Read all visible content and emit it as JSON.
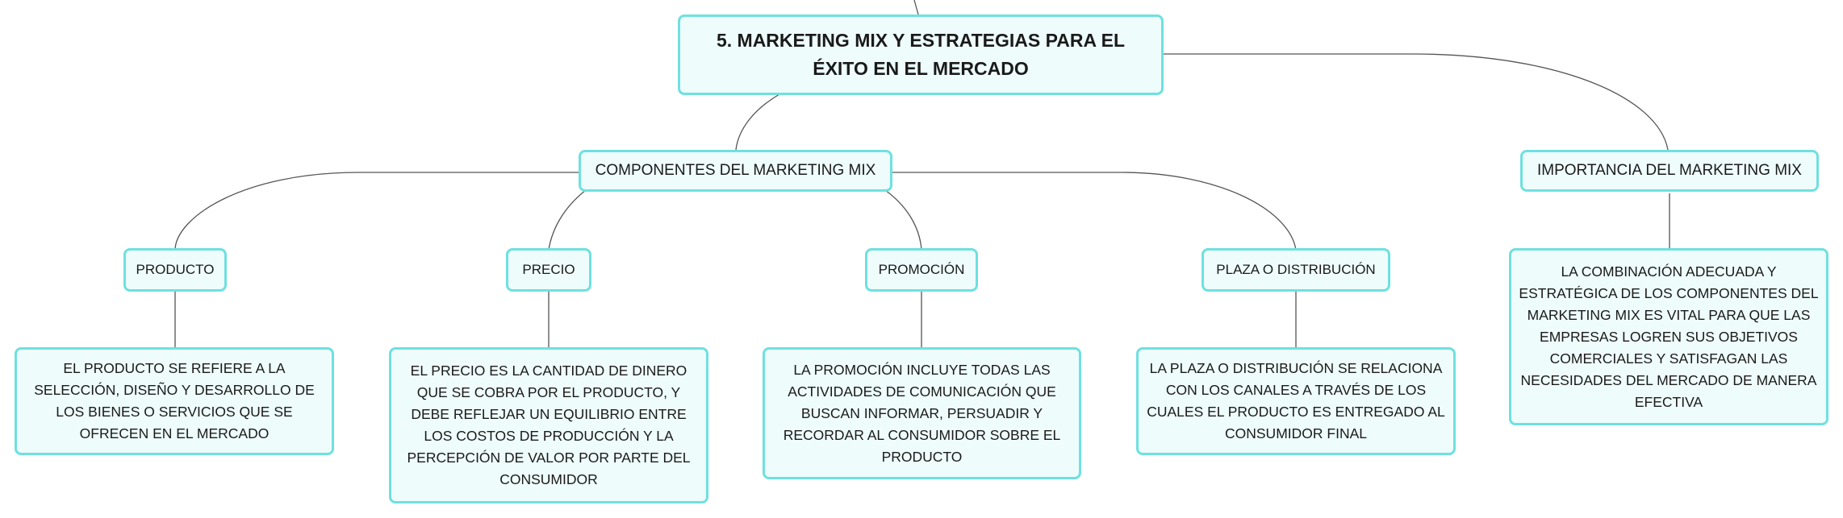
{
  "root": {
    "title": "5. MARKETING MIX Y ESTRATEGIAS PARA EL ÉXITO EN EL MERCADO"
  },
  "components": {
    "label": "COMPONENTES DEL MARKETING MIX",
    "items": [
      {
        "label": "PRODUCTO",
        "description": "EL PRODUCTO SE REFIERE A LA SELECCIÓN, DISEÑO Y DESARROLLO DE LOS BIENES O SERVICIOS QUE SE OFRECEN EN EL MERCADO"
      },
      {
        "label": "PRECIO",
        "description": "EL PRECIO ES LA CANTIDAD DE DINERO QUE SE COBRA POR EL PRODUCTO, Y DEBE REFLEJAR UN EQUILIBRIO ENTRE LOS COSTOS DE PRODUCCIÓN Y LA PERCEPCIÓN DE VALOR POR PARTE DEL CONSUMIDOR"
      },
      {
        "label": "PROMOCIÓN",
        "description": "LA PROMOCIÓN INCLUYE TODAS LAS ACTIVIDADES DE COMUNICACIÓN QUE BUSCAN INFORMAR, PERSUADIR Y RECORDAR AL CONSUMIDOR SOBRE EL PRODUCTO"
      },
      {
        "label": "PLAZA O DISTRIBUCIÓN",
        "description": "LA PLAZA O DISTRIBUCIÓN SE RELACIONA CON LOS CANALES A TRAVÉS DE LOS CUALES EL PRODUCTO ES ENTREGADO AL CONSUMIDOR FINAL"
      }
    ]
  },
  "importance": {
    "label": "IMPORTANCIA DEL MARKETING MIX",
    "description": "LA COMBINACIÓN ADECUADA Y ESTRATÉGICA DE LOS COMPONENTES DEL MARKETING MIX ES VITAL PARA QUE LAS EMPRESAS LOGREN SUS OBJETIVOS COMERCIALES Y SATISFAGAN LAS NECESIDADES DEL MERCADO DE MANERA EFECTIVA"
  },
  "colors": {
    "node_border": "#6fe0e0",
    "node_fill": "#effcfc",
    "connector": "#555555"
  }
}
